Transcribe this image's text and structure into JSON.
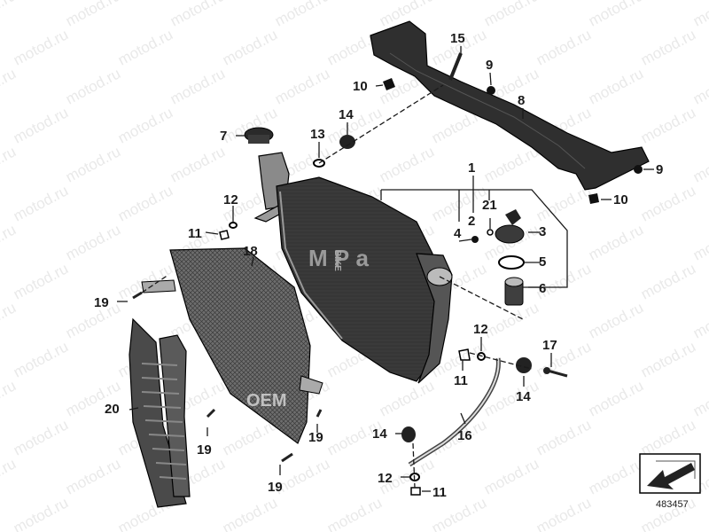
{
  "diagram": {
    "watermark": "motod.ru",
    "overlay_text": "М Р а",
    "overlay_small": "BIKE",
    "overlay_oem": "OEM",
    "document_number": "483457",
    "callouts": {
      "c1": "1",
      "c2": "2",
      "c21": "21",
      "c3": "3",
      "c4": "4",
      "c5": "5",
      "c6": "6",
      "c7": "7",
      "c8": "8",
      "c9a": "9",
      "c9b": "9",
      "c10a": "10",
      "c10b": "10",
      "c11a": "11",
      "c11b": "11",
      "c11c": "11",
      "c12a": "12",
      "c12b": "12",
      "c12c": "12",
      "c13": "13",
      "c14a": "14",
      "c14b": "14",
      "c14c": "14",
      "c15": "15",
      "c16": "16",
      "c17": "17",
      "c18": "18",
      "c19a": "19",
      "c19b": "19",
      "c19c": "19",
      "c19d": "19",
      "c20": "20"
    }
  }
}
